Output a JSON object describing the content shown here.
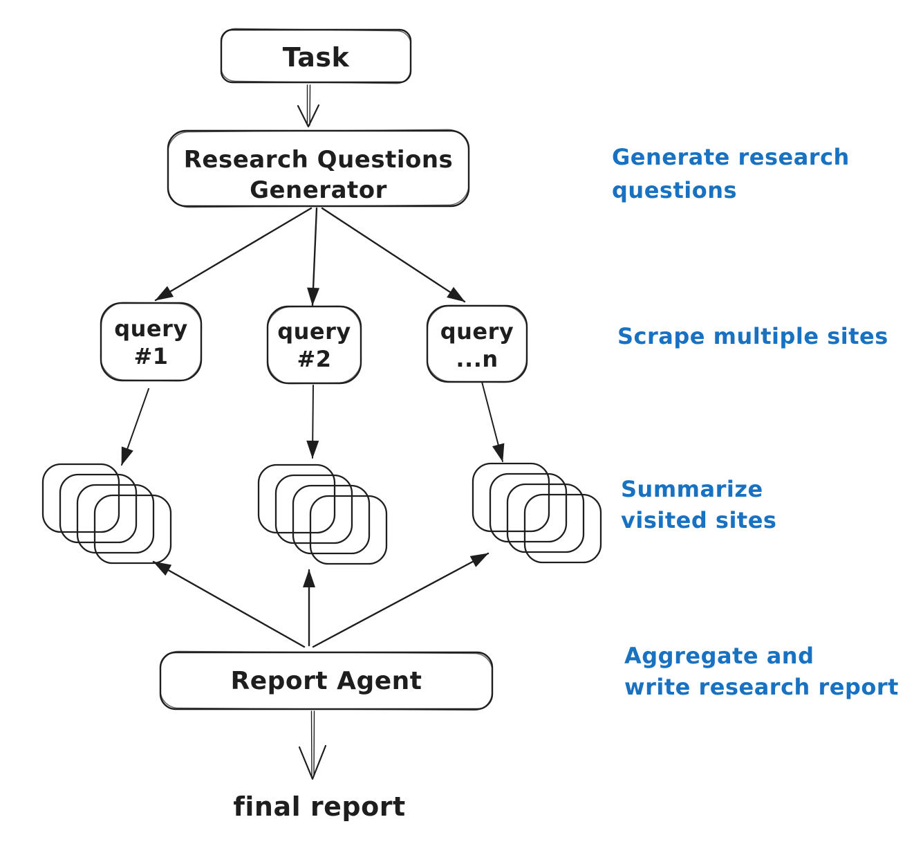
{
  "colors": {
    "stroke": "#1e1e1e",
    "annotation_blue": "#1971c2",
    "background": "#ffffff"
  },
  "nodes": {
    "task": {
      "label": "Task"
    },
    "generator": {
      "lines": [
        "Research Questions",
        "Generator"
      ]
    },
    "queries": [
      {
        "lines": [
          "query",
          "#1"
        ]
      },
      {
        "lines": [
          "query",
          "#2"
        ]
      },
      {
        "lines": [
          "query",
          "...n"
        ]
      }
    ],
    "report_agent": {
      "label": "Report Agent"
    },
    "final_report": {
      "label": "final report"
    }
  },
  "doc_stacks": {
    "stacks": 3,
    "cards_per_stack": 4
  },
  "annotations": [
    {
      "id": "generate-questions",
      "lines": [
        "Generate research",
        "questions"
      ]
    },
    {
      "id": "scrape-sites",
      "lines": [
        "Scrape multiple sites"
      ]
    },
    {
      "id": "summarize-sites",
      "lines": [
        "Summarize",
        "visited sites"
      ]
    },
    {
      "id": "aggregate-report",
      "lines": [
        "Aggregate and",
        "write research report"
      ]
    }
  ]
}
